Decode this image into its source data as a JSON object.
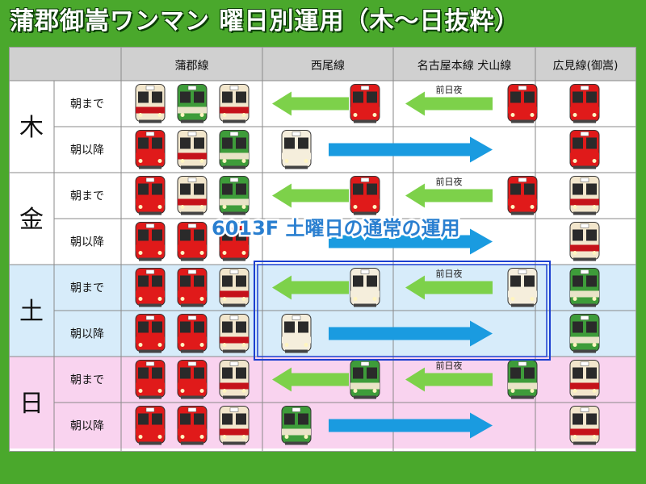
{
  "title": "蒲郡御嵩ワンマン 曜日別運用（木～日抜粋）",
  "columns": [
    "蒲郡線",
    "西尾線",
    "名古屋本線 犬山線",
    "広見線(御嵩)"
  ],
  "days": [
    {
      "label": "木",
      "bg": "#ffffff"
    },
    {
      "label": "金",
      "bg": "#ffffff"
    },
    {
      "label": "土",
      "bg": "#d7ecfa"
    },
    {
      "label": "日",
      "bg": "#f9d3ef"
    }
  ],
  "periods": [
    "朝まで",
    "朝以降"
  ],
  "arrow_label": "前日夜",
  "overlay_text": "6013F 土曜日の通常の運用",
  "colors": {
    "header_bg": "#d0d0d0",
    "green_arrow": "#7dd14a",
    "blue_arrow": "#1a9be0",
    "highlight_box": "#1c3fd0"
  },
  "rows": [
    {
      "gamagori": [
        "cream-red",
        "green",
        "cream-red"
      ],
      "nishio": "red",
      "meitetsu": "red",
      "hiromi": "red",
      "arrow": "left"
    },
    {
      "gamagori": [
        "red",
        "cream-red",
        "green"
      ],
      "nishio": "cream",
      "meitetsu": null,
      "hiromi": "red",
      "arrow": "right"
    },
    {
      "gamagori": [
        "red",
        "cream-red",
        "green"
      ],
      "nishio": "red",
      "meitetsu": "red",
      "hiromi": "cream-red",
      "arrow": "left"
    },
    {
      "gamagori": [
        "red",
        "red",
        "red"
      ],
      "nishio": null,
      "meitetsu": null,
      "hiromi": "cream-red",
      "arrow": "right"
    },
    {
      "gamagori": [
        "red",
        "red",
        "cream-red"
      ],
      "nishio": "cream",
      "meitetsu": "cream",
      "hiromi": "green",
      "arrow": "left"
    },
    {
      "gamagori": [
        "red",
        "red",
        "cream-red"
      ],
      "nishio": "cream",
      "meitetsu": null,
      "hiromi": "green",
      "arrow": "right"
    },
    {
      "gamagori": [
        "red",
        "red",
        "cream-red"
      ],
      "nishio": "green",
      "meitetsu": "green",
      "hiromi": "cream-red",
      "arrow": "left"
    },
    {
      "gamagori": [
        "red",
        "red",
        "cream-red"
      ],
      "nishio": "green",
      "meitetsu": null,
      "hiromi": "cream-red",
      "arrow": "right"
    }
  ]
}
